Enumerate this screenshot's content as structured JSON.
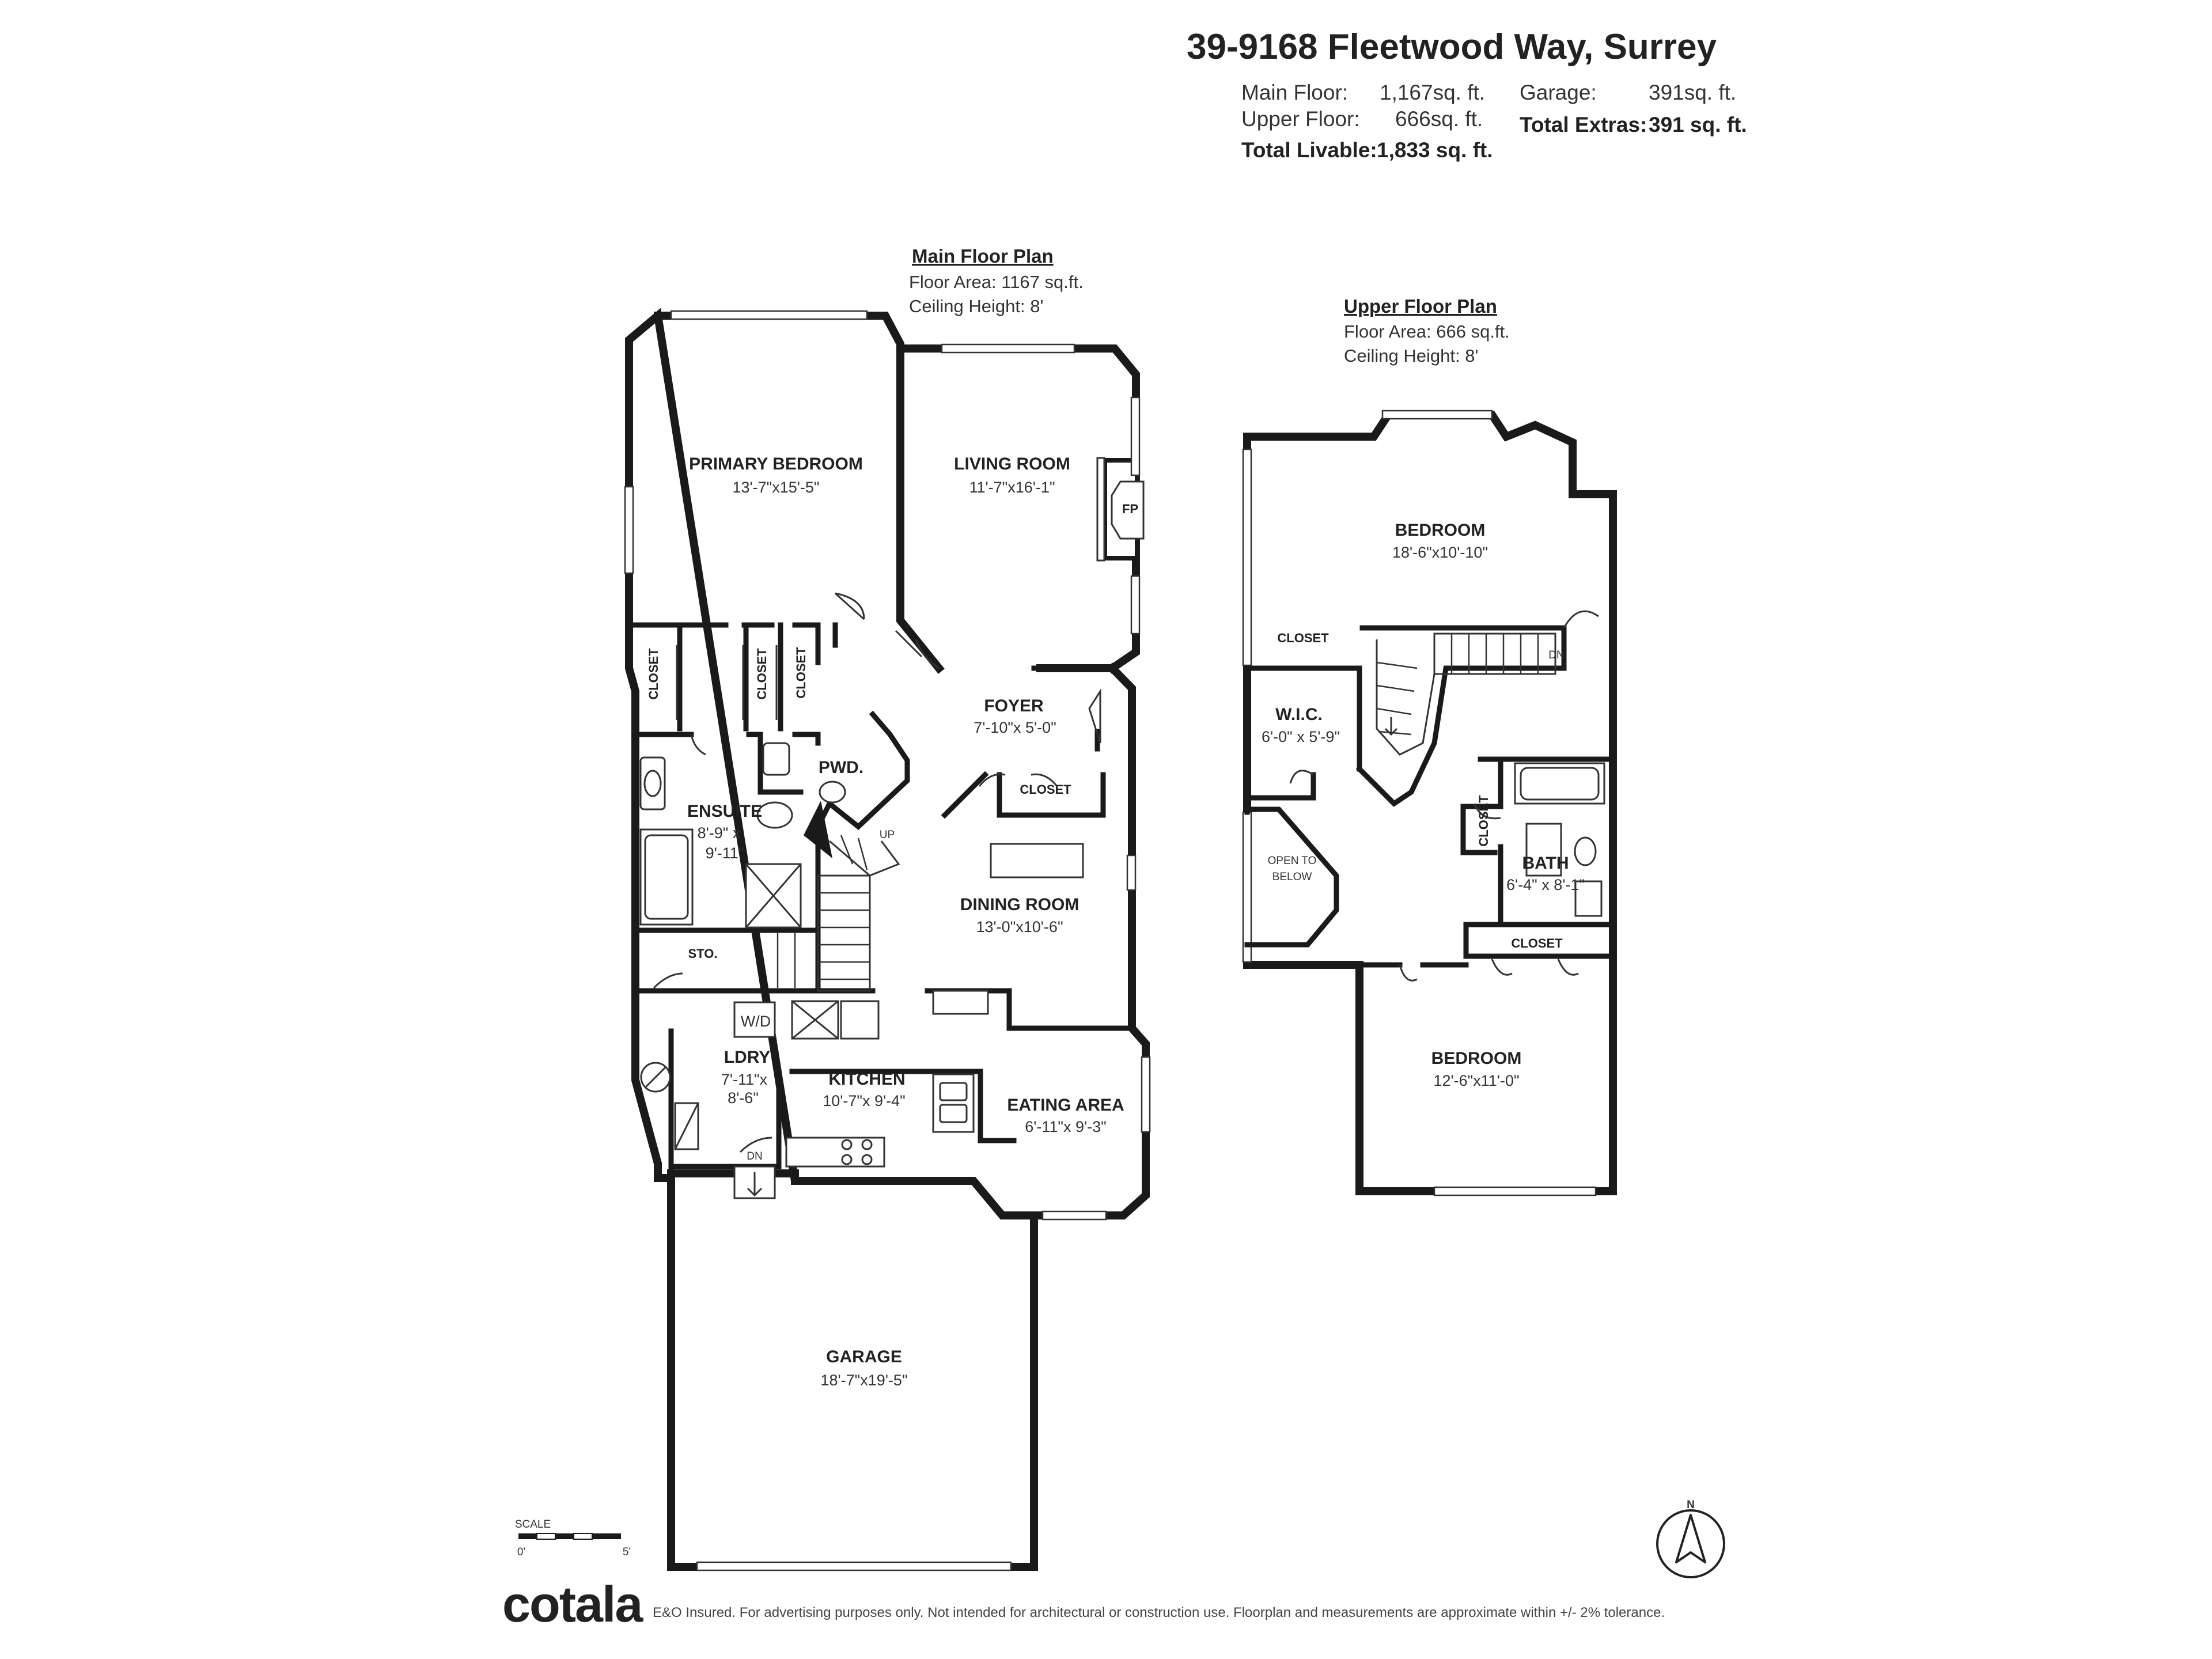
{
  "header": {
    "address": "39-9168 Fleetwood Way, Surrey",
    "main_floor_label": "Main Floor:",
    "main_floor_value": "1,167sq. ft.",
    "upper_floor_label": "Upper Floor:",
    "upper_floor_value": "666sq. ft.",
    "total_livable_label": "Total Livable:",
    "total_livable_value": "1,833 sq. ft.",
    "garage_label": "Garage:",
    "garage_value": "391sq. ft.",
    "total_extras_label": "Total Extras:",
    "total_extras_value": "391 sq. ft."
  },
  "main_plan": {
    "title": "Main Floor Plan",
    "area": "Floor Area: 1167 sq.ft.",
    "ceiling": "Ceiling Height: 8'"
  },
  "upper_plan": {
    "title": "Upper Floor Plan",
    "area": "Floor Area: 666 sq.ft.",
    "ceiling": "Ceiling Height: 8'"
  },
  "rooms": {
    "primary_bedroom": {
      "name": "PRIMARY BEDROOM",
      "dim": "13'-7\"x15'-5\""
    },
    "living_room": {
      "name": "LIVING ROOM",
      "dim": "11'-7\"x16'-1\""
    },
    "fp": "FP",
    "foyer": {
      "name": "FOYER",
      "dim": "7'-10\"x 5'-0\""
    },
    "closet_1": "CLOSET",
    "closet_2": "CLOSET",
    "closet_3": "CLOSET",
    "closet_foyer": "CLOSET",
    "pwd": "PWD.",
    "ensuite": {
      "name": "ENSUITE",
      "dim1": "8'-9\" x",
      "dim2": "9'-11\""
    },
    "up": "UP",
    "sto": "STO.",
    "dining_room": {
      "name": "DINING ROOM",
      "dim": "13'-0\"x10'-6\""
    },
    "wd": "W/D",
    "ldry": {
      "name": "LDRY",
      "dim1": "7'-11\"x",
      "dim2": "8'-6\""
    },
    "kitchen": {
      "name": "KITCHEN",
      "dim": "10'-7\"x 9'-4\""
    },
    "eating_area": {
      "name": "EATING AREA",
      "dim": "6'-11\"x 9'-3\""
    },
    "dn_main": "DN",
    "garage": {
      "name": "GARAGE",
      "dim": "18'-7\"x19'-5\""
    },
    "bedroom_upper": {
      "name": "BEDROOM",
      "dim": "18'-6\"x10'-10\""
    },
    "closet_upper_1": "CLOSET",
    "dn_upper": "DN",
    "wic": {
      "name": "W.I.C.",
      "dim": "6'-0\" x 5'-9\""
    },
    "open_to_below_1": "OPEN TO",
    "open_to_below_2": "BELOW",
    "closet_upper_2": "CLOSET",
    "bath": {
      "name": "BATH",
      "dim": "6'-4\" x 8'-1\""
    },
    "closet_upper_3": "CLOSET",
    "bedroom_lower": {
      "name": "BEDROOM",
      "dim": "12'-6\"x11'-0\""
    }
  },
  "scale": {
    "label": "SCALE",
    "start": "0'",
    "end": "5'"
  },
  "compass": "N",
  "footer": {
    "brand": "cotala",
    "disclaimer": "E&O Insured. For advertising purposes only. Not intended for architectural or construction use. Floorplan and measurements are approximate within +/- 2% tolerance."
  }
}
